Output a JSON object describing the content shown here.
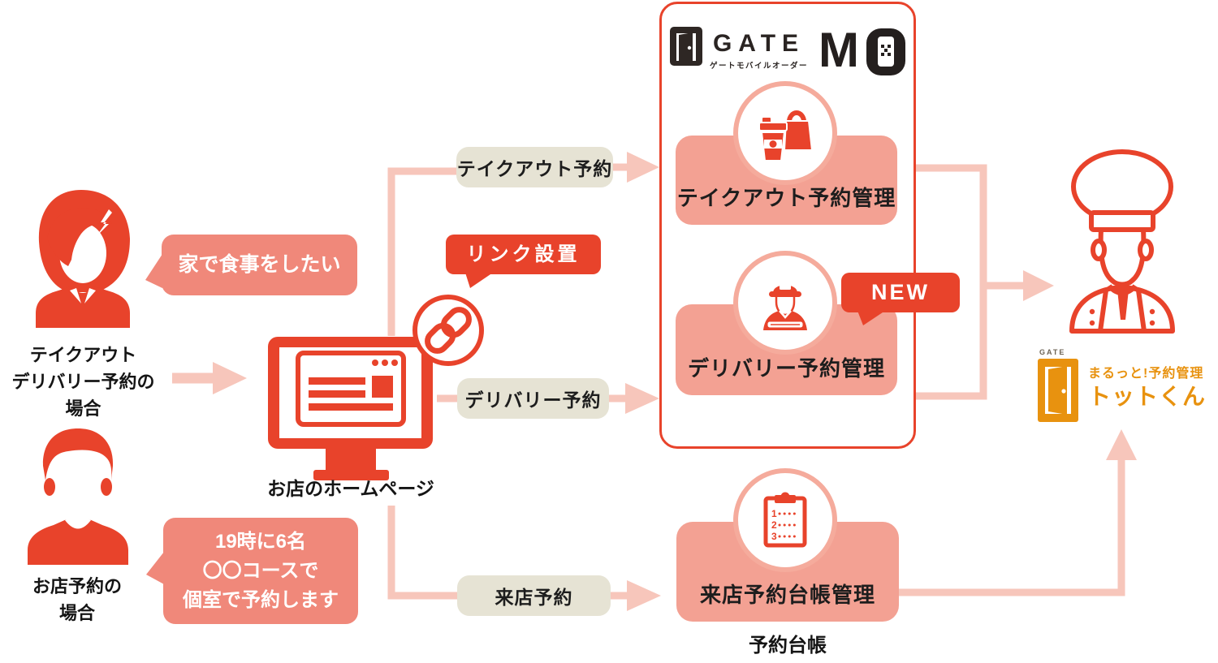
{
  "palette": {
    "primary_red": "#E8432B",
    "salmon_bubble": "#F0887A",
    "salmon_card": "#F3A193",
    "circle_ring": "#F5AB9C",
    "arrow_pink": "#F7C6BB",
    "pill_beige": "#E6E3D4",
    "brand_dark": "#2A2422",
    "brand_orange": "#E8920F",
    "text_black": "#1D1D1D"
  },
  "personas": {
    "takeout_delivery": {
      "speech": "家で食事をしたい",
      "label": "テイクアウト\nデリバリー予約の\n場合",
      "avatar": "woman-customer"
    },
    "visit": {
      "speech": "19時に6名\n〇〇コースで\n個室で予約します",
      "label": "お店予約の\n場合",
      "avatar": "man-customer"
    }
  },
  "homepage": {
    "label": "お店のホームページ",
    "icon": "desktop-monitor",
    "link_badge": "リンク設置",
    "link_icon": "chain-link"
  },
  "flow_labels": {
    "takeout": "テイクアウト予約",
    "delivery": "デリバリー予約",
    "visit": "来店予約"
  },
  "gate_mo": {
    "logo": {
      "door_icon": "dark-door",
      "name": "GATE",
      "reading": "ゲートモバイルオーダー",
      "mo_m": "M",
      "mo_o_icon": "phone-qr-badge"
    },
    "takeout_card": {
      "label": "テイクアウト予約管理",
      "icon": "coffee-cup-and-bag"
    },
    "delivery_card": {
      "label": "デリバリー予約管理",
      "icon": "delivery-person",
      "badge": "NEW"
    }
  },
  "ledger": {
    "card_label": "来店予約台帳管理",
    "icon": "clipboard-list",
    "clip_rows": [
      "1",
      "2",
      "3"
    ],
    "caption": "予約台帳"
  },
  "owner": {
    "avatar": "chef"
  },
  "tottokun": {
    "brand_small": "GATE",
    "door_icon": "orange-door",
    "tagline": "まるっと!予約管理",
    "name": "トットくん"
  }
}
